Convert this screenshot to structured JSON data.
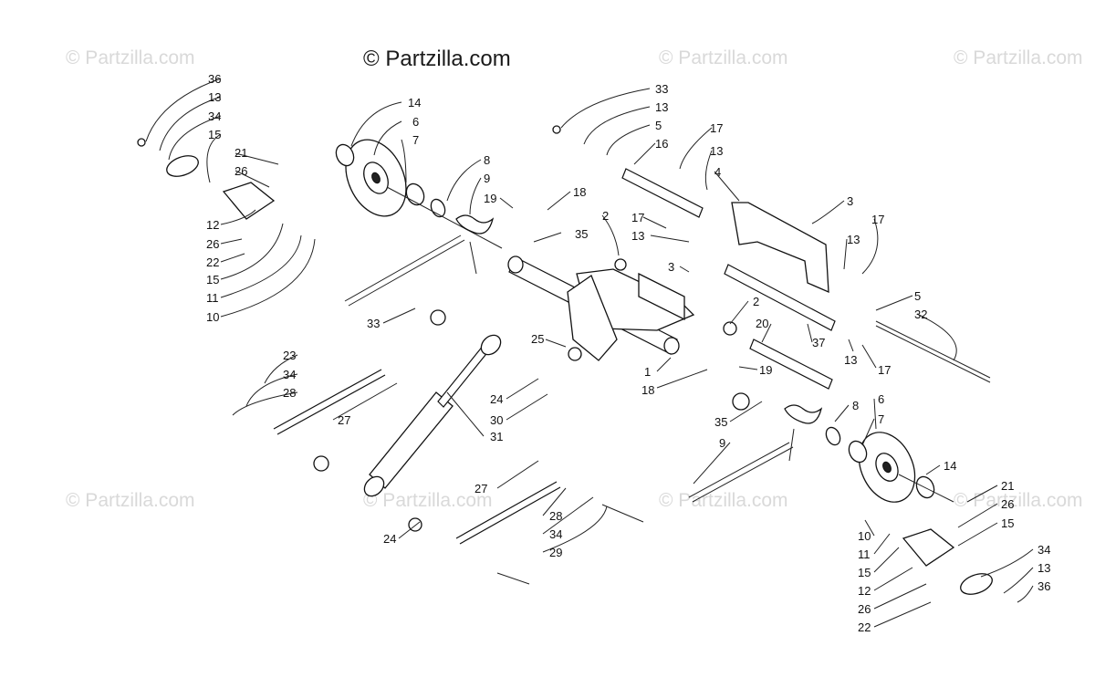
{
  "watermarks": {
    "top_left": "© Partzilla.com",
    "top_center": "© Partzilla.com",
    "top_mid_right": "© Partzilla.com",
    "top_right": "© Partzilla.com",
    "mid_left": "© Partzilla.com",
    "mid_center": "© Partzilla.com",
    "mid_mid_right": "© Partzilla.com",
    "mid_right": "© Partzilla.com"
  },
  "callouts": {
    "l36": "36",
    "l13a": "13",
    "l34a": "34",
    "l15a": "15",
    "l21a": "21",
    "l26a": "26",
    "l12a": "12",
    "l26b": "26",
    "l22a": "22",
    "l15b": "15",
    "l11a": "11",
    "l10a": "10",
    "l14a": "14",
    "l6a": "6",
    "l7a": "7",
    "l8a": "8",
    "l9a": "9",
    "l19a": "19",
    "l18a": "18",
    "l2a": "2",
    "l35a": "35",
    "l33a": "33",
    "l13b": "13",
    "l5a": "5",
    "l16": "16",
    "l17a": "17",
    "l13c": "13",
    "l4": "4",
    "l3a": "3",
    "l17b": "17",
    "l13d": "13",
    "l3b": "3",
    "l17c": "17",
    "l13e": "13",
    "l5b": "5",
    "l32": "32",
    "l2b": "2",
    "l20": "20",
    "l37": "37",
    "l13f": "13",
    "l17d": "17",
    "l19b": "19",
    "l1": "1",
    "l18b": "18",
    "l25": "25",
    "l33b": "33",
    "l23": "23",
    "l34b": "34",
    "l28a": "28",
    "l27a": "27",
    "l24a": "24",
    "l30": "30",
    "l31": "31",
    "l35b": "35",
    "l9b": "9",
    "l8b": "8",
    "l6b": "6",
    "l7b": "7",
    "l14b": "14",
    "l27b": "27",
    "l28b": "28",
    "l34c": "34",
    "l29": "29",
    "l24b": "24",
    "l21b": "21",
    "l26c": "26",
    "l15c": "15",
    "l10b": "10",
    "l11b": "11",
    "l15d": "15",
    "l12b": "12",
    "l26d": "26",
    "l22b": "22",
    "l34d": "34",
    "l13g": "13",
    "l36b": "36"
  }
}
